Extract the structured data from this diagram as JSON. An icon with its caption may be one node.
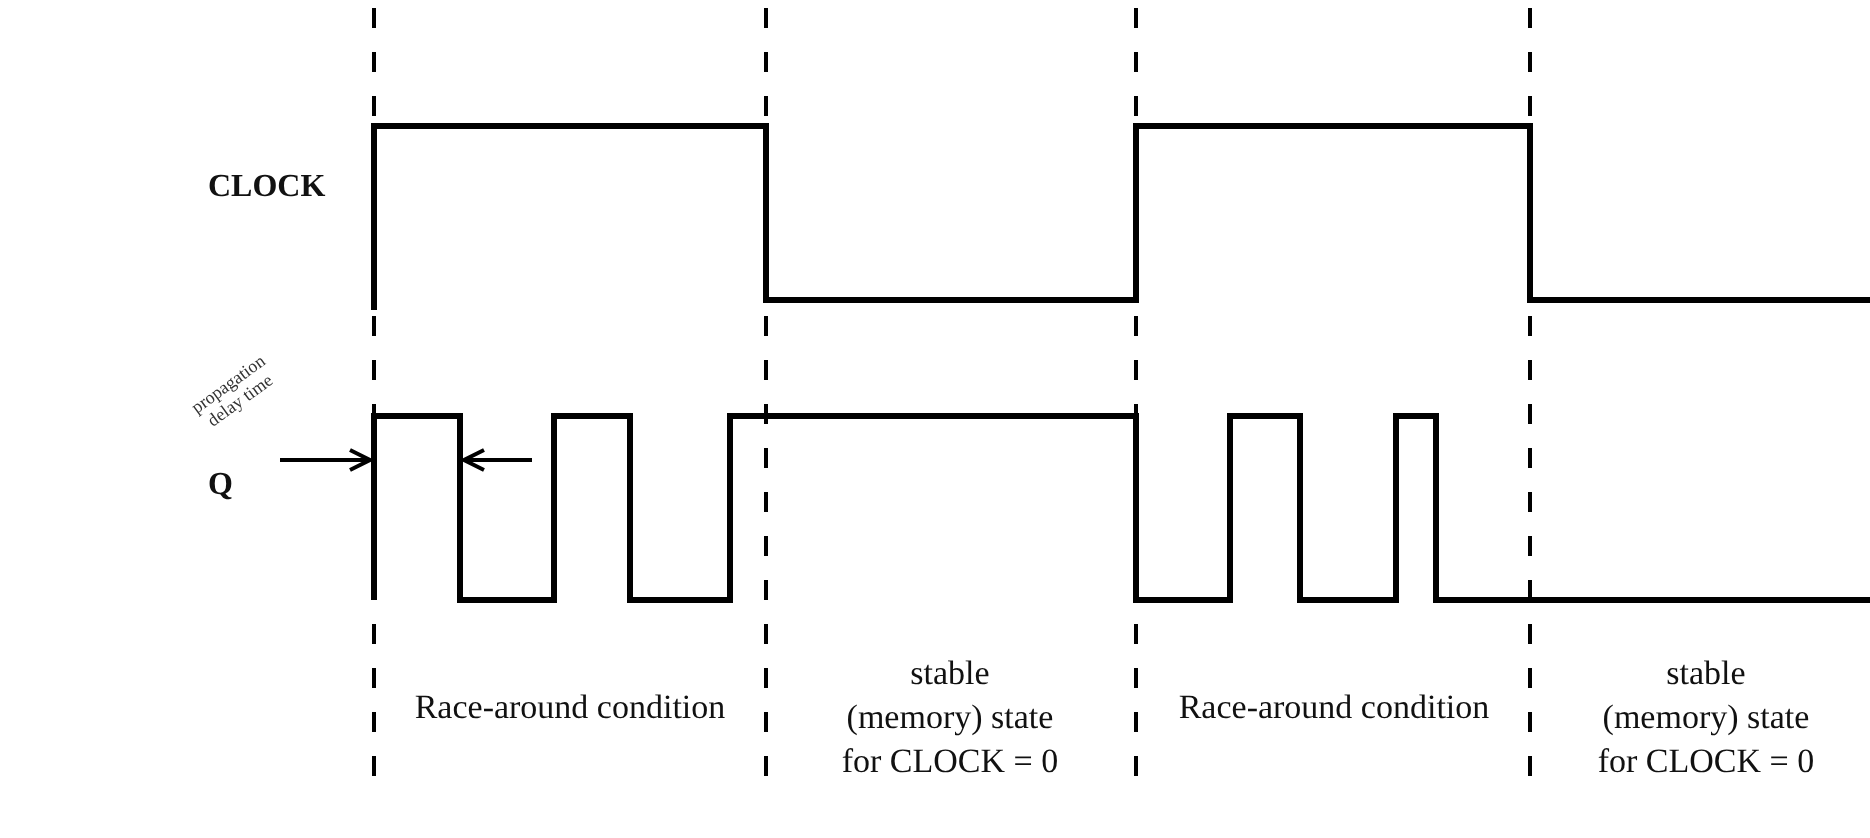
{
  "diagram": {
    "labels": [
      "CLOCK",
      "Q",
      "propagation delay time",
      "Race-around condition",
      "stable (memory) state for CLOCK = 0",
      "Race-around condition",
      "stable (memory) state for CLOCK = 0"
    ]
  }
}
